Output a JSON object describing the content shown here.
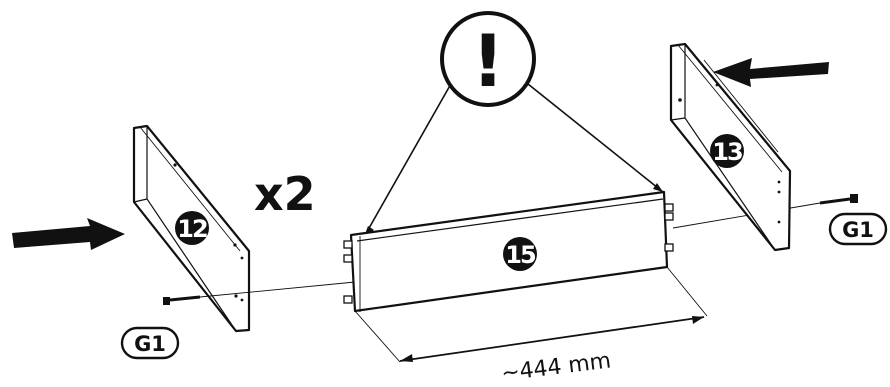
{
  "labels": {
    "multiplier": "x2",
    "attention": "!",
    "dimension": "~444 mm"
  },
  "parts": {
    "left_side": "12",
    "right_side": "13",
    "back_panel": "15",
    "fitting_left": "G1",
    "fitting_right": "G1"
  },
  "icons": {
    "left_arrow": "arrow-right-icon",
    "right_arrow": "arrow-left-icon",
    "warning": "exclamation-icon",
    "screw": "screw-icon"
  },
  "colors": {
    "ink": "#111111",
    "paper": "#ffffff"
  }
}
